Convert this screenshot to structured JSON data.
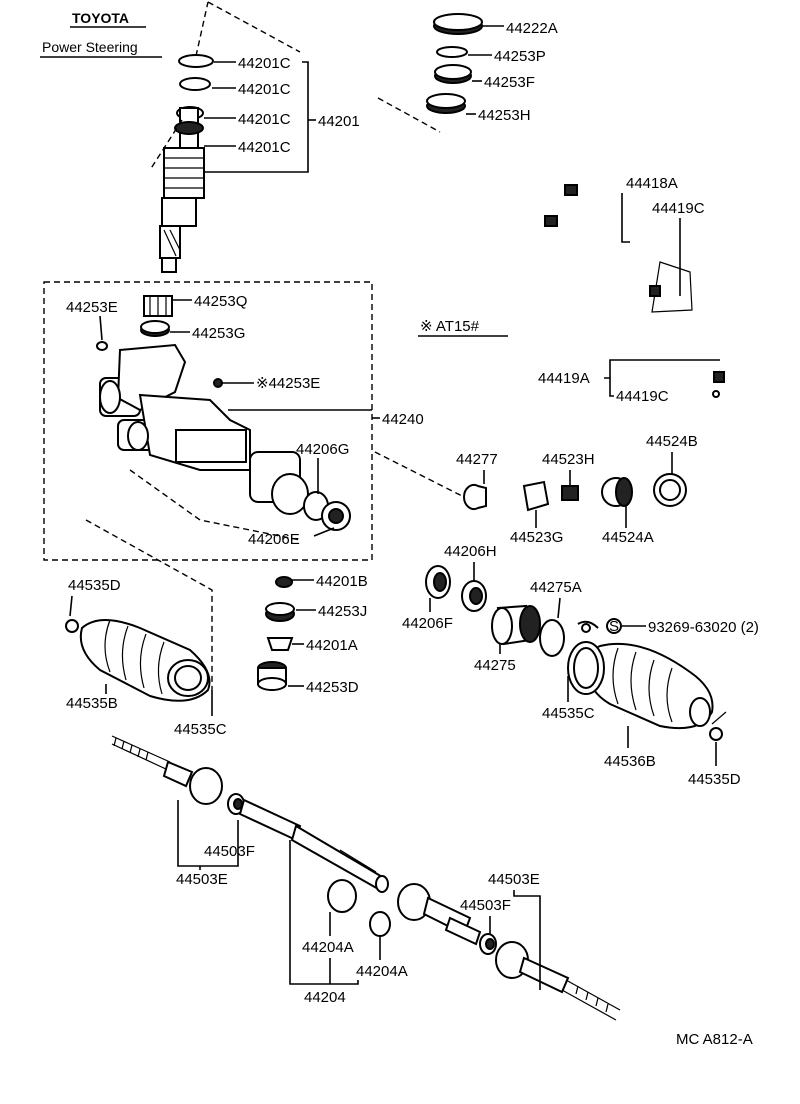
{
  "header": {
    "make": "TOYOTA",
    "section": "Power Steering"
  },
  "note": "※ AT15#",
  "footer_code": "MC A812-A",
  "callouts": {
    "c44222A": "44222A",
    "c44253P": "44253P",
    "c44253F": "44253F",
    "c44253H": "44253H",
    "c44201C_1": "44201C",
    "c44201C_2": "44201C",
    "c44201C_3": "44201C",
    "c44201C_4": "44201C",
    "c44201": "44201",
    "c44418A": "44418A",
    "c44419C_top": "44419C",
    "c44419A": "44419A",
    "c44419C_bot": "44419C",
    "c44253E_1": "44253E",
    "c44253Q": "44253Q",
    "c44253G": "44253G",
    "c44253E_2": "※44253E",
    "c44240": "44240",
    "c44206G": "44206G",
    "c44206E": "44206E",
    "c44277": "44277",
    "c44523H": "44523H",
    "c44524B": "44524B",
    "c44523G": "44523G",
    "c44524A": "44524A",
    "c44201B": "44201B",
    "c44253J": "44253J",
    "c44201A": "44201A",
    "c44253D": "44253D",
    "c44535D_l": "44535D",
    "c44535B": "44535B",
    "c44535C_l": "44535C",
    "c44206H": "44206H",
    "c44206F": "44206F",
    "c44275A": "44275A",
    "c44275": "44275",
    "c93269": "93269-63020 (2)",
    "c44535C_r": "44535C",
    "c44536B": "44536B",
    "c44535D_r": "44535D",
    "c44503F_l": "44503F",
    "c44503E_l": "44503E",
    "c44503E_r": "44503E",
    "c44503F_r": "44503F",
    "c44204A_1": "44204A",
    "c44204A_2": "44204A",
    "c44204": "44204",
    "s_symbol": "S"
  }
}
